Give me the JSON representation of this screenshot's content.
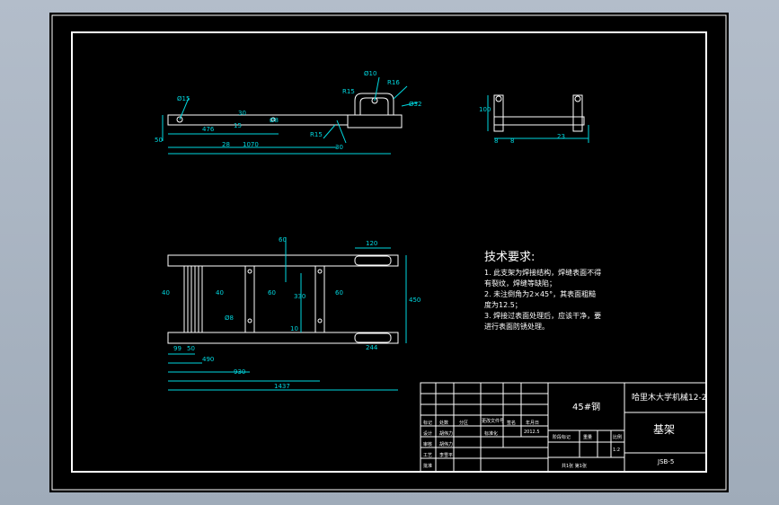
{
  "drawing": {
    "top_view_dims": {
      "d1": "Ø15",
      "d2": "476",
      "d3": "1070",
      "d4": "50",
      "d5": "28",
      "d6": "Ø8",
      "d7": "15",
      "d8": "30",
      "d9": "R15",
      "d10": "Ø10",
      "d11": "R15",
      "d12": "R16",
      "d13": "Ø32",
      "d14": "30"
    },
    "side_view_dims": {
      "s1": "100",
      "s2": "8",
      "s3": "8",
      "s4": "23"
    },
    "plan_view_dims": {
      "p1": "60",
      "p2": "120",
      "p3": "40",
      "p4": "40",
      "p5": "60",
      "p6": "60",
      "p7": "330",
      "p8": "450",
      "p9": "Ø8",
      "p10": "10",
      "p11": "99",
      "p12": "50",
      "p13": "490",
      "p14": "930",
      "p15": "1437",
      "p16": "244"
    },
    "tech_requirements": {
      "title": "技术要求:",
      "lines": [
        "1. 此支架为焊接结构，焊缝表面不得",
        "有裂纹，焊缝等缺陷；",
        "2. 未注倒角为2×45°，其表面粗糙",
        "度为12.5；",
        "3. 焊接过表面处理后，应该干净，要",
        "进行表面防锈处理。"
      ]
    },
    "title_block": {
      "material": "45#钢",
      "school": "哈里木大学机械12-2",
      "part_name": "基架",
      "drawing_no": "JSB-5",
      "rows": [
        "标记",
        "处数",
        "分区",
        "更改文件号",
        "签名",
        "年月日"
      ],
      "role_design": "设计",
      "role_check": "审核",
      "role_craft": "工艺",
      "role_approve": "批准",
      "name1": "胡伟力",
      "name2": "胡伟力",
      "name3": "李雪平",
      "standard": "标准化",
      "stage": "阶段标记",
      "weight": "重量",
      "scale": "比例",
      "scale_val": "1:2",
      "sheets": "共1张 第1张",
      "date": "2012.5"
    }
  },
  "colors": {
    "background": "#000000",
    "geometry": "#ffffff",
    "dimension": "#00d8e0",
    "app_bg": "#a9b4c2"
  }
}
